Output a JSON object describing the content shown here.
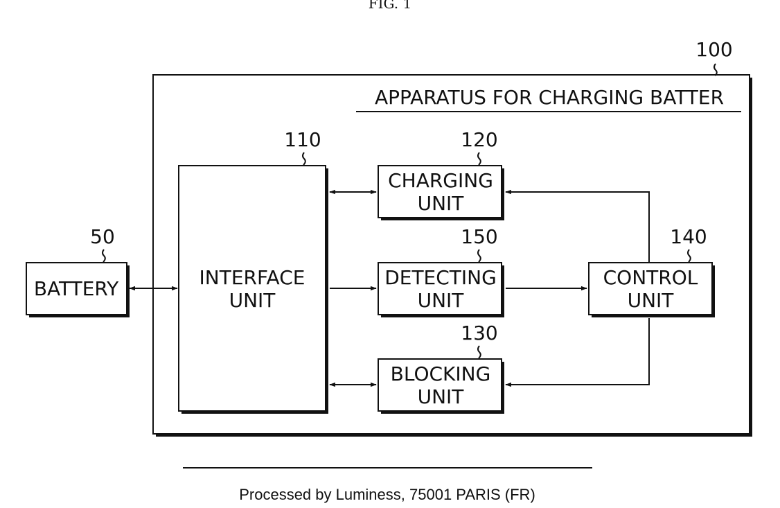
{
  "figure": {
    "caption": "FIG. 1",
    "footer": "Processed by Luminess, 75001 PARIS (FR)"
  },
  "apparatus": {
    "ref": "100",
    "title": "APPARATUS FOR CHARGING BATTER"
  },
  "blocks": {
    "battery": {
      "ref": "50",
      "lines": [
        "BATTERY"
      ]
    },
    "interface": {
      "ref": "110",
      "lines": [
        "INTERFACE",
        "UNIT"
      ]
    },
    "charging": {
      "ref": "120",
      "lines": [
        "CHARGING",
        "UNIT"
      ]
    },
    "detecting": {
      "ref": "150",
      "lines": [
        "DETECTING",
        "UNIT"
      ]
    },
    "blocking": {
      "ref": "130",
      "lines": [
        "BLOCKING",
        "UNIT"
      ]
    },
    "control": {
      "ref": "140",
      "lines": [
        "CONTROL",
        "UNIT"
      ]
    }
  },
  "connections": [
    {
      "from": "battery",
      "to": "interface",
      "direction": "bidirectional"
    },
    {
      "from": "interface",
      "to": "charging",
      "direction": "bidirectional"
    },
    {
      "from": "interface",
      "to": "detecting",
      "direction": "forward"
    },
    {
      "from": "detecting",
      "to": "control",
      "direction": "forward"
    },
    {
      "from": "control",
      "to": "charging",
      "direction": "forward"
    },
    {
      "from": "control",
      "to": "blocking",
      "direction": "forward"
    },
    {
      "from": "interface",
      "to": "blocking",
      "direction": "bidirectional"
    }
  ]
}
